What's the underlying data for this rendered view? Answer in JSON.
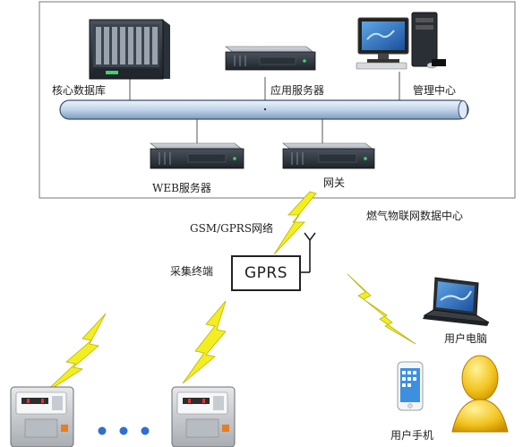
{
  "data_center": {
    "title": "燃气物联网数据中心",
    "nodes": {
      "core_db": "核心数据库",
      "app_server": "应用服务器",
      "mgmt_center": "管理中心",
      "web_server": "WEB服务器",
      "gateway": "网关"
    }
  },
  "network": {
    "gsm_label": "GSM/GPRS网络"
  },
  "terminal": {
    "label": "采集终端",
    "device": "GPRS"
  },
  "users": {
    "pc": "用户电脑",
    "phone": "用户手机"
  },
  "colors": {
    "bus_fill": "#cfe0f2",
    "bus_stroke": "#3b4f6b",
    "lightning": "#f2ee22",
    "lightning_stroke": "#b8b400",
    "dots": "#2f6fd0"
  }
}
